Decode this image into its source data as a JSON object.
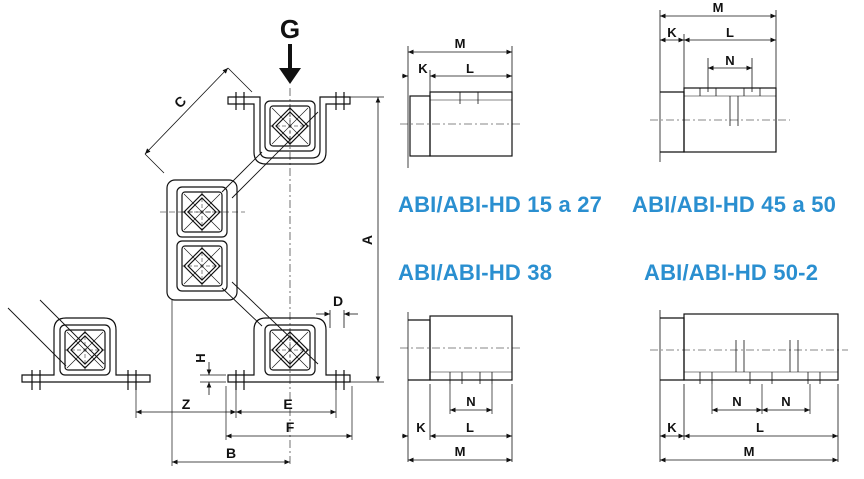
{
  "load_label": "G",
  "titles": {
    "t1": "ABI/ABI-HD 15 a 27",
    "t2": "ABI/ABI-HD 45 a 50",
    "t3": "ABI/ABI-HD 38",
    "t4": "ABI/ABI-HD 50-2"
  },
  "main_dims": {
    "A": "A",
    "B": "B",
    "C": "C",
    "D": "D",
    "E": "E",
    "F": "F",
    "H": "H",
    "Z": "Z"
  },
  "side_dims": {
    "M": "M",
    "K": "K",
    "L": "L",
    "N": "N"
  },
  "colors": {
    "title": "#2a8fd0",
    "line": "#111111",
    "hatch": "#333333"
  }
}
